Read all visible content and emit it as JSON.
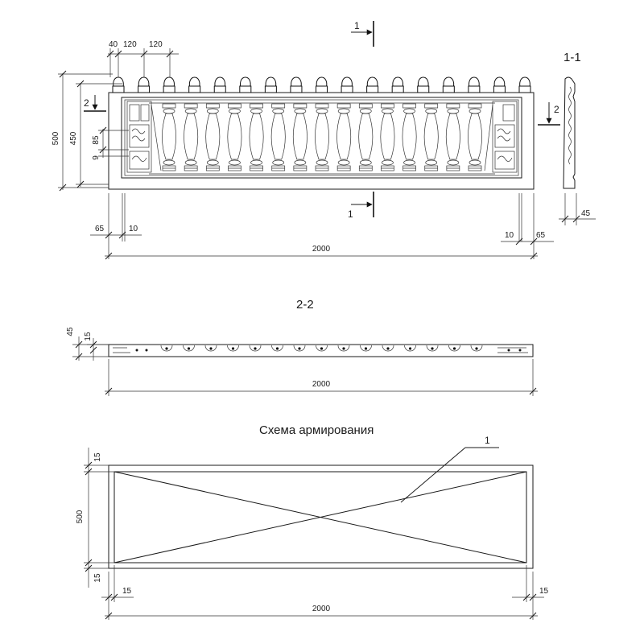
{
  "front_view": {
    "dims": {
      "d40": "40",
      "d120a": "120",
      "d120b": "120",
      "d500": "500",
      "d450": "450",
      "d85": "85",
      "d9": "9",
      "d65_left": "65",
      "d10_left": "10",
      "d10_right": "10",
      "d65_right": "65",
      "d2000": "2000"
    },
    "cut_marks": {
      "cut1_top": "1",
      "cut1_bottom": "1",
      "cut2_left": "2",
      "cut2_right": "2"
    },
    "baluster_count": 15,
    "finial_count": 17
  },
  "side_section": {
    "title": "1-1",
    "dim45": "45"
  },
  "section_2_2": {
    "title": "2-2",
    "dim45": "45",
    "dim15": "15",
    "dim2000": "2000",
    "hole_count": 15
  },
  "reinforcement": {
    "title": "Схема армирования",
    "leader_label": "1",
    "dim15_top": "15",
    "dim500": "500",
    "dim15_bottom": "15",
    "dim15_left": "15",
    "dim15_right": "15",
    "dim2000": "2000"
  }
}
